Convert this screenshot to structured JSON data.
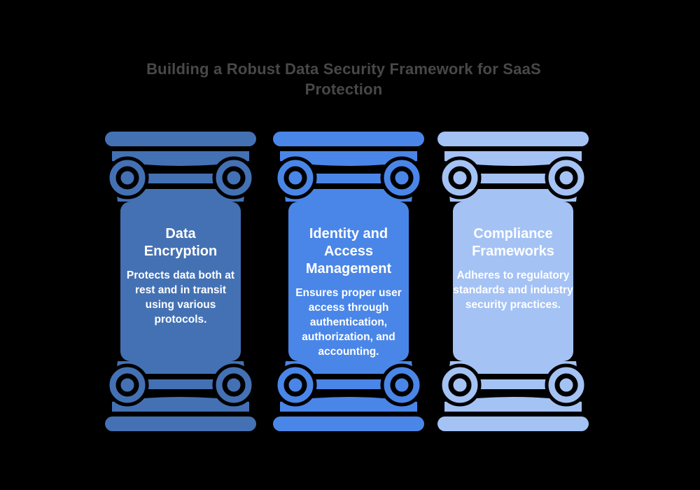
{
  "background_color": "#000000",
  "title": "Building a Robust Data Security Framework for SaaS\nProtection",
  "title_color": "#484848",
  "text_color": "#ffffff",
  "pillars": [
    {
      "icon": "column-pillar-icon",
      "title": "Data\nEncryption",
      "description": "Protects data both at\nrest and in transit\nusing various\nprotocols.",
      "color": "#4471B4"
    },
    {
      "icon": "column-pillar-icon",
      "title": "Identity and\nAccess\nManagement",
      "description": "Ensures proper user\naccess through\nauthentication,\nauthorization, and\naccounting.",
      "color": "#4A86E8"
    },
    {
      "icon": "column-pillar-icon",
      "title": "Compliance\nFrameworks",
      "description": "Adheres to regulatory\nstandards and industry\nsecurity practices.",
      "color": "#A4C2F4"
    }
  ]
}
